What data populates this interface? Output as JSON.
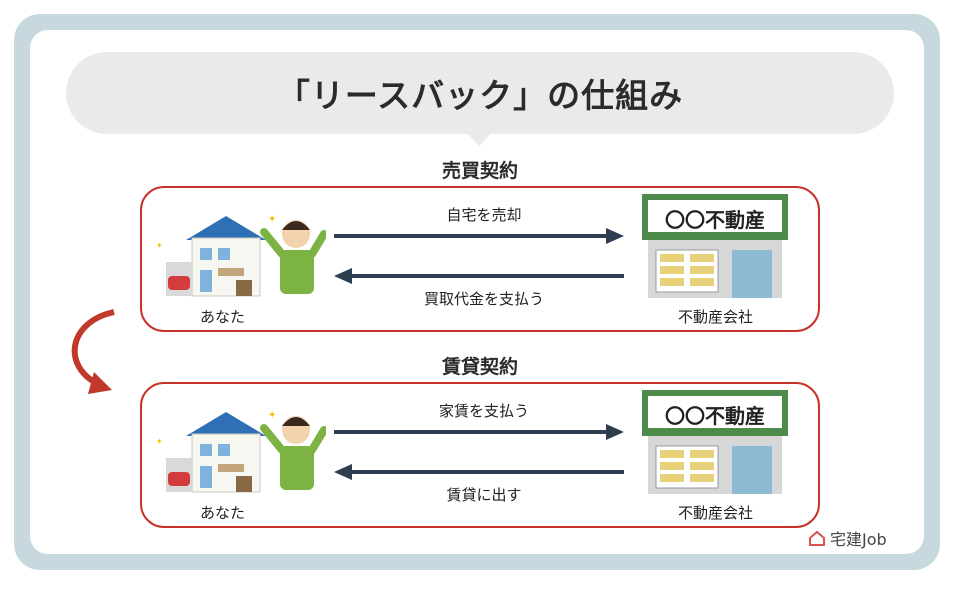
{
  "title": "「リースバック」の仕組み",
  "sections": [
    {
      "label": "売買契約",
      "you": "あなた",
      "company": "不動産会社",
      "sign": "〇〇不動産",
      "arrow_right": "自宅を売却",
      "arrow_left": "買取代金を支払う"
    },
    {
      "label": "賃貸契約",
      "you": "あなた",
      "company": "不動産会社",
      "sign": "〇〇不動産",
      "arrow_right": "家賃を支払う",
      "arrow_left": "賃貸に出す"
    }
  ],
  "logo": "宅建Job",
  "colors": {
    "frame": "#c7d9df",
    "panel_border": "#c8322c",
    "arrow": "#2c3e50",
    "curve_arrow": "#c0392b",
    "shop_green": "#4e8b4a"
  }
}
